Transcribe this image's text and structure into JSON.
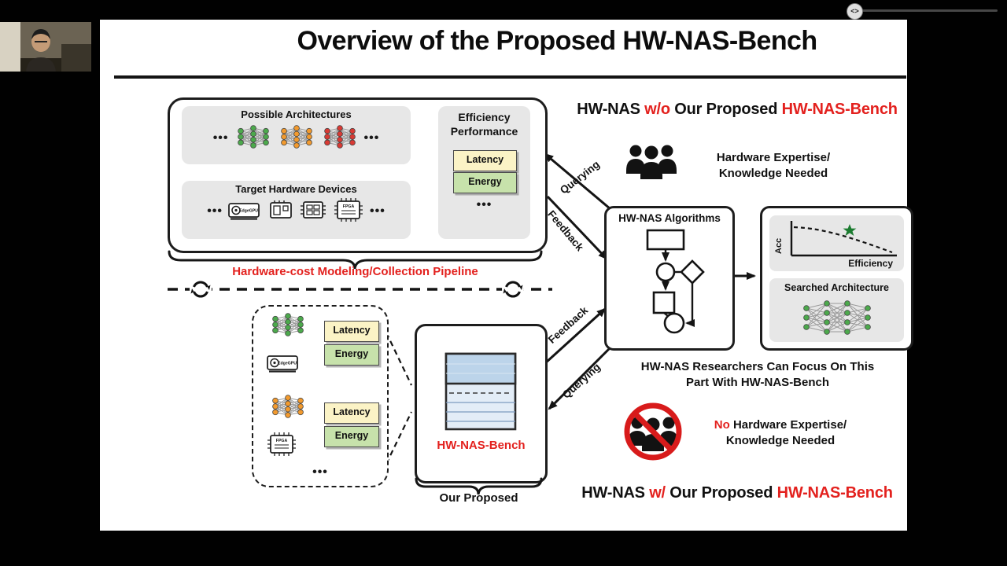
{
  "window": {
    "scrubber_icon": "<>"
  },
  "slide": {
    "title": "Overview of the Proposed HW-NAS-Bench",
    "dots": "•••",
    "chips": {
      "edgegpu": "EdgeGPU",
      "fpga": "FPGA"
    },
    "pipeline": {
      "architectures_label": "Possible Architectures",
      "hardware_label": "Target Hardware Devices",
      "efficiency_line1": "Efficiency",
      "efficiency_line2": "Performance",
      "latency": "Latency",
      "energy": "Energy",
      "caption": "Hardware-cost Modeling/Collection Pipeline"
    },
    "bench": {
      "latency": "Latency",
      "energy": "Energy",
      "name": "HW-NAS-Bench",
      "caption": "Our Proposed"
    },
    "arrows": {
      "querying": "Querying",
      "feedback": "Feedback"
    },
    "right": {
      "headline_without": {
        "p1": "HW-NAS ",
        "p2": "w/o ",
        "p3": "Our Proposed ",
        "p4": "HW-NAS-Bench"
      },
      "headline_with": {
        "p1": "HW-NAS ",
        "p2": "w/ ",
        "p3": "Our Proposed ",
        "p4": "HW-NAS-Bench"
      },
      "expertise_line1": "Hardware Expertise/",
      "expertise_line2": "Knowledge Needed",
      "no_label": "No",
      "no_expertise_line1": " Hardware Expertise/",
      "no_expertise_line2": "Knowledge Needed",
      "algorithms_title": "HW-NAS Algorithms",
      "plot_ylabel": "Acc",
      "plot_xlabel": "Efficiency",
      "searched_label": "Searched Architecture",
      "focus_line1": "HW-NAS Researchers Can Focus On This",
      "focus_line2": "Part With HW-NAS-Bench"
    },
    "colors": {
      "accent_red": "#e3211e",
      "latency_yellow": "#fbf3c6",
      "energy_green": "#c7e2ab",
      "panel_gray": "#e7e7e7",
      "table_blue_header": "#bcd4ea",
      "table_blue_body": "#e3edf7"
    }
  }
}
